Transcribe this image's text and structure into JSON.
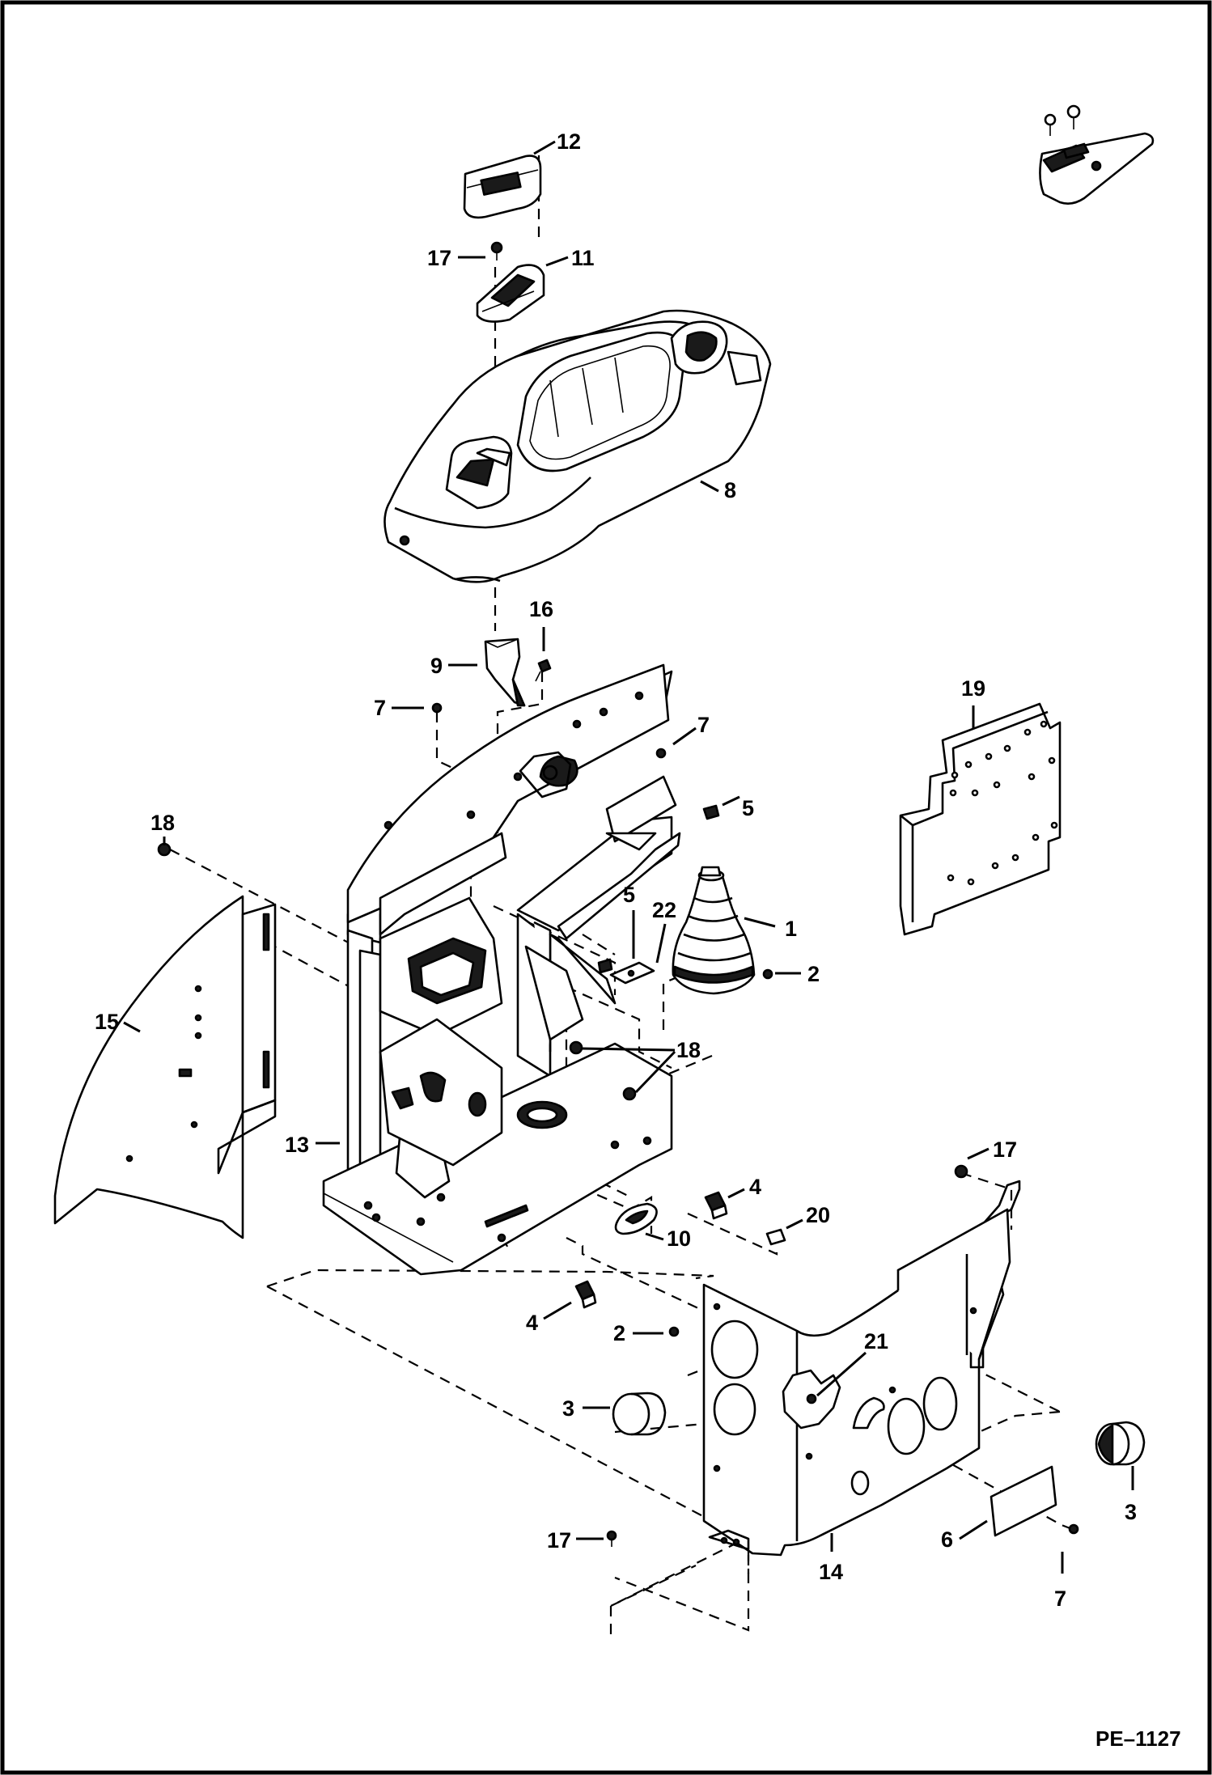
{
  "drawing": {
    "id": "PE–1127",
    "line_color": "#000000",
    "background": "#ffffff"
  },
  "callouts": [
    {
      "key": "c12",
      "label": "12"
    },
    {
      "key": "c17a",
      "label": "17"
    },
    {
      "key": "c11",
      "label": "11"
    },
    {
      "key": "c8",
      "label": "8"
    },
    {
      "key": "c16",
      "label": "16"
    },
    {
      "key": "c9",
      "label": "9"
    },
    {
      "key": "c7a",
      "label": "7"
    },
    {
      "key": "c7b",
      "label": "7"
    },
    {
      "key": "c5a",
      "label": "5"
    },
    {
      "key": "c19",
      "label": "19"
    },
    {
      "key": "c18a",
      "label": "18"
    },
    {
      "key": "c15",
      "label": "15"
    },
    {
      "key": "c5b",
      "label": "5"
    },
    {
      "key": "c22",
      "label": "22"
    },
    {
      "key": "c1",
      "label": "1"
    },
    {
      "key": "c2a",
      "label": "2"
    },
    {
      "key": "c18b",
      "label": "18"
    },
    {
      "key": "c13",
      "label": "13"
    },
    {
      "key": "c17b",
      "label": "17"
    },
    {
      "key": "c4a",
      "label": "4"
    },
    {
      "key": "c20",
      "label": "20"
    },
    {
      "key": "c10",
      "label": "10"
    },
    {
      "key": "c4b",
      "label": "4"
    },
    {
      "key": "c2b",
      "label": "2"
    },
    {
      "key": "c21",
      "label": "21"
    },
    {
      "key": "c3a",
      "label": "3"
    },
    {
      "key": "c3b",
      "label": "3"
    },
    {
      "key": "c6",
      "label": "6"
    },
    {
      "key": "c17c",
      "label": "17"
    },
    {
      "key": "c14",
      "label": "14"
    },
    {
      "key": "c7c",
      "label": "7"
    }
  ]
}
